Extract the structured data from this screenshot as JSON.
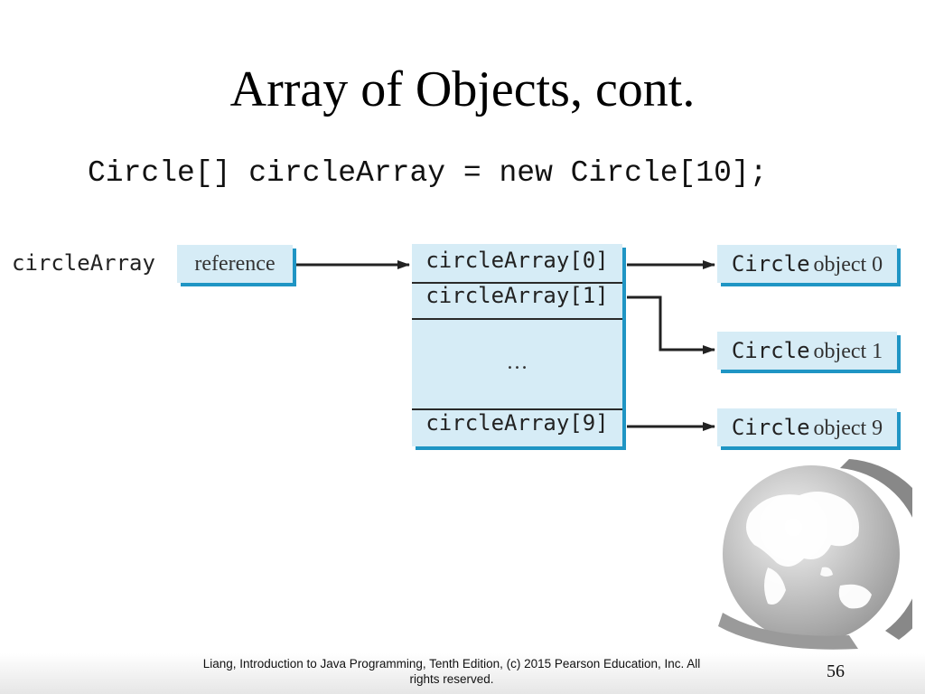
{
  "slide": {
    "title": "Array of Objects, cont.",
    "code": "Circle[] circleArray = new Circle[10];"
  },
  "diagram": {
    "variable_label": "circleArray",
    "reference_label": "reference",
    "array_cells": [
      "circleArray[0]",
      "circleArray[1]",
      "circleArray[9]"
    ],
    "ellipsis": "…",
    "objects": [
      {
        "type": "Circle",
        "desc": "object 0"
      },
      {
        "type": "Circle",
        "desc": "object 1"
      },
      {
        "type": "Circle",
        "desc": "object 9"
      }
    ],
    "colors": {
      "box_fill": "#d6ecf6",
      "box_shadow": "#1f95c4",
      "arrow": "#222222"
    }
  },
  "footer": {
    "citation_line1": "Liang, Introduction to Java Programming, Tenth Edition, (c) 2015 Pearson Education, Inc. All",
    "citation_line2": "rights reserved.",
    "page_number": "56"
  },
  "decoration": {
    "globe_icon": "globe-icon"
  }
}
